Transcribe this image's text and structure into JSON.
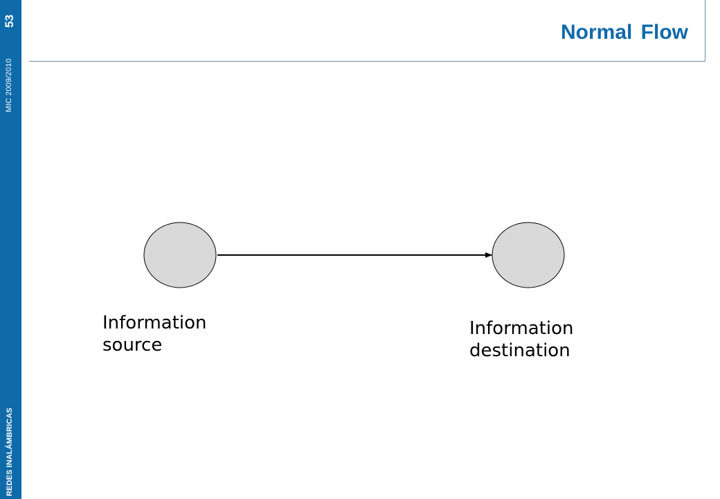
{
  "sidebar": {
    "page_number": "53",
    "course": "MIC 2009/2010",
    "subject": "REDES INALÁMBRICAS"
  },
  "header": {
    "title": "Normal Flow"
  },
  "diagram": {
    "nodes": [
      {
        "id": "source",
        "label_line1": "Information",
        "label_line2": "source",
        "fill": "#d9d9d9"
      },
      {
        "id": "destination",
        "label_line1": "Information",
        "label_line2": "destination",
        "fill": "#d9d9d9"
      }
    ],
    "edges": [
      {
        "from": "source",
        "to": "destination"
      }
    ]
  },
  "colors": {
    "accent": "#0e6aa9",
    "node_fill": "#d9d9d9",
    "stroke": "#000000"
  }
}
